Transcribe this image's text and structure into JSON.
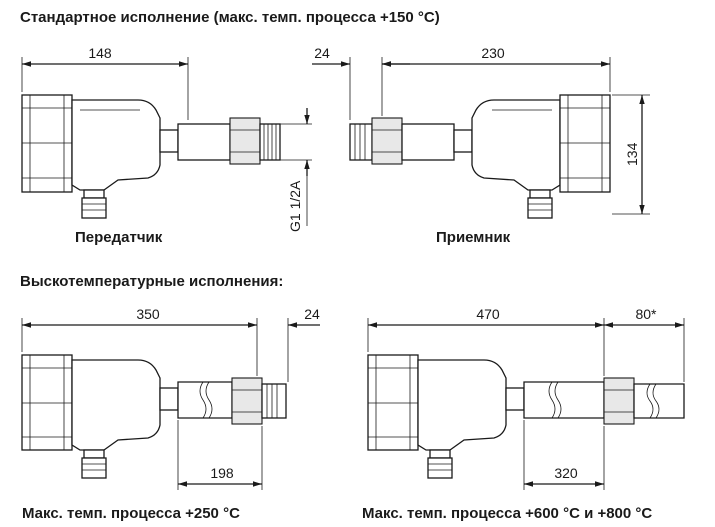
{
  "headings": {
    "standard": "Стандартное исполнение (макс. темп. процесса +150 °C)",
    "high_temp": "Выскотемпературные исполнения:"
  },
  "captions": {
    "transmitter": "Передатчик",
    "receiver": "Приемник",
    "max_250": "Макс. темп. процесса +250 °C",
    "max_600_800": "Макс. темп. процесса +600 °C и +800 °C"
  },
  "dimensions": {
    "transmitter_length": "148",
    "thread": "G1 1/2A",
    "receiver_offset": "24",
    "receiver_length": "230",
    "receiver_height": "134",
    "ht250_length": "350",
    "ht250_offset": "24",
    "ht250_tube": "198",
    "ht600_length": "470",
    "ht600_offset": "80*",
    "ht600_tube": "320"
  }
}
